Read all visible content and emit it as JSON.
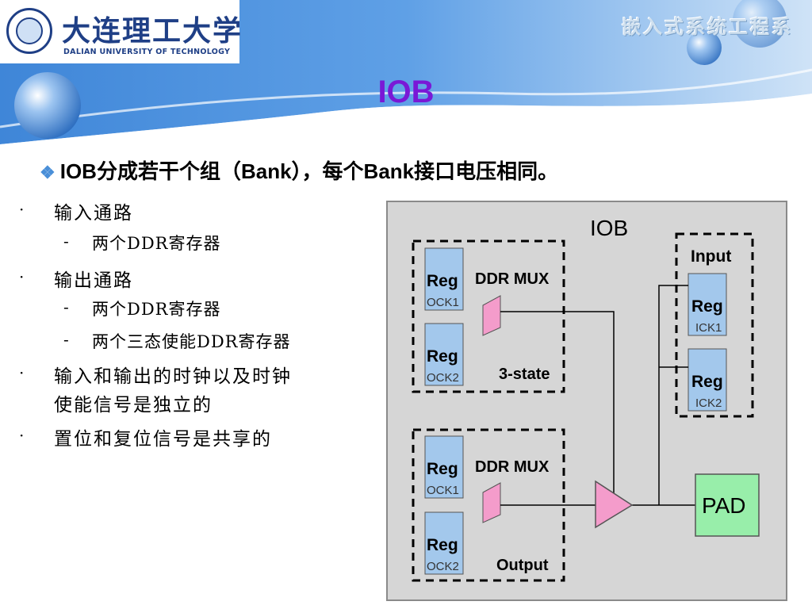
{
  "header": {
    "university_cn": "大连理工大学",
    "university_en": "DALIAN UNIVERSITY OF TECHNOLOGY",
    "course_title": "嵌入式系统工程系",
    "slide_title": "IOB"
  },
  "main_point": {
    "bullet_glyph": "❖",
    "text": "IOB分成若干个组（Bank），每个Bank接口电压相同。"
  },
  "items": [
    {
      "level": 1,
      "text": "输入通路"
    },
    {
      "level": 2,
      "text": "两个DDR寄存器"
    },
    {
      "level": 1,
      "text": "输出通路"
    },
    {
      "level": 2,
      "text": "两个DDR寄存器"
    },
    {
      "level": 2,
      "text": "两个三态使能DDR寄存器"
    },
    {
      "level": 1,
      "text": "输入和输出的时钟以及时钟"
    },
    {
      "level": 1,
      "text": "使能信号是独立的"
    },
    {
      "level": 1,
      "text": "置位和复位信号是共享的"
    }
  ],
  "markers": {
    "level1": "·",
    "level2": "-"
  },
  "diagram": {
    "title": "IOB",
    "top_group": {
      "reg1": "Reg",
      "reg1_sub": "OCK1",
      "reg2": "Reg",
      "reg2_sub": "OCK2",
      "mux": "DDR MUX",
      "label": "3-state"
    },
    "bottom_group": {
      "reg1": "Reg",
      "reg1_sub": "OCK1",
      "reg2": "Reg",
      "reg2_sub": "OCK2",
      "mux": "DDR MUX",
      "label": "Output"
    },
    "input_group": {
      "label": "Input",
      "reg1": "Reg",
      "reg1_sub": "ICK1",
      "reg2": "Reg",
      "reg2_sub": "ICK2"
    },
    "pad": "PAD",
    "colors": {
      "reg_fill": "#a3c8ec",
      "mux_fill": "#f49ccb",
      "pad_fill": "#98eeaa",
      "panel": "#d6d6d6"
    }
  }
}
